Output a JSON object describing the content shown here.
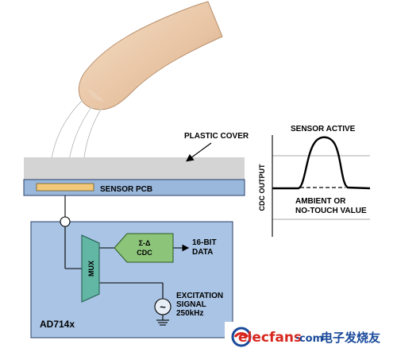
{
  "diagram": {
    "labels": {
      "plastic_cover": "PLASTIC COVER",
      "sensor_pcb": "SENSOR PCB",
      "chip_name": "AD714x",
      "mux": "MUX",
      "cdc_symbol": "Σ-Δ",
      "cdc": "CDC",
      "data_line1": "16-BIT",
      "data_line2": "DATA",
      "excitation_line1": "EXCITATION",
      "excitation_line2": "SIGNAL",
      "excitation_line3": "250kHz",
      "sine_symbol": "~"
    },
    "graph": {
      "y_label": "CDC OUTPUT",
      "active_label": "SENSOR ACTIVE",
      "ambient_line1": "AMBIENT OR",
      "ambient_line2": "NO-TOUCH VALUE"
    }
  },
  "watermark": {
    "brand": "elecfans",
    "suffix": "·com",
    "chinese": "电子发烧友"
  },
  "colors": {
    "chip_fill": "#a9c4e4",
    "pcb_fill": "#9ab8dc",
    "pad_fill": "#f2c97a",
    "cover_fill": "#d4d4d4",
    "mux_fill": "#62b6a4",
    "cdc_fill": "#8cc47a",
    "finger_fill": "#e6c2a0",
    "watermark_red": "#d7261e",
    "watermark_blue": "#1a4a9a"
  }
}
